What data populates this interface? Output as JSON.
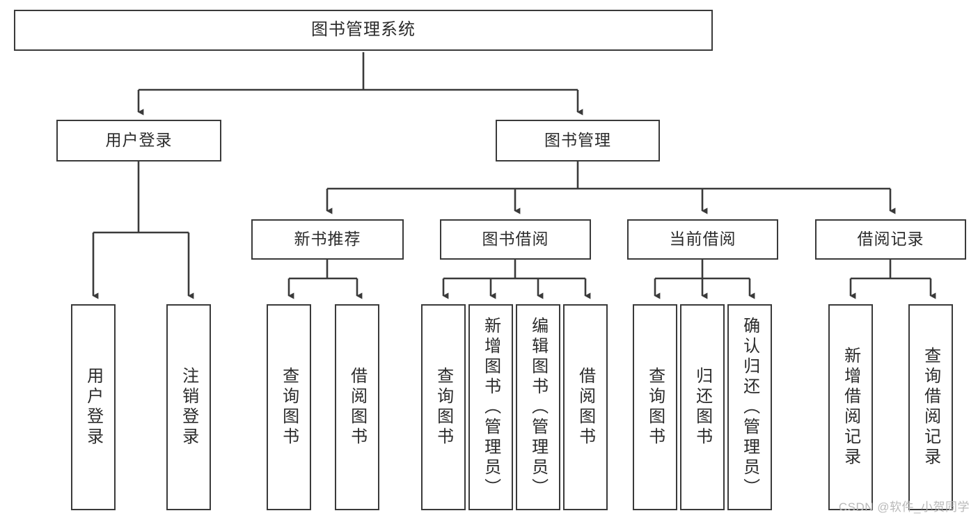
{
  "diagram": {
    "type": "tree-hierarchy",
    "title": "图书管理系统",
    "watermark": "CSDN @软件_小贺同学",
    "colors": {
      "background": "#ffffff",
      "box_border": "#3a3a3a",
      "box_fill": "#ffffff",
      "connector": "#3a3a3a",
      "text": "#2b2b2b",
      "watermark": "#b9b9b9"
    },
    "root": {
      "label": "图书管理系统"
    },
    "level2": [
      {
        "label": "用户登录"
      },
      {
        "label": "图书管理"
      }
    ],
    "level3": [
      {
        "label": "新书推荐"
      },
      {
        "label": "图书借阅"
      },
      {
        "label": "当前借阅"
      },
      {
        "label": "借阅记录"
      }
    ],
    "leaves": {
      "user_login": [
        {
          "label": "用户登录"
        },
        {
          "label": "注销登录"
        }
      ],
      "new_book": [
        {
          "label": "查询图书"
        },
        {
          "label": "借阅图书"
        }
      ],
      "book_borrow": [
        {
          "label": "查询图书"
        },
        {
          "label": "新增图书（管理员）"
        },
        {
          "label": "编辑图书（管理员）"
        },
        {
          "label": "借阅图书"
        }
      ],
      "current_borrow": [
        {
          "label": "查询图书"
        },
        {
          "label": "归还图书"
        },
        {
          "label": "确认归还（管理员）"
        }
      ],
      "borrow_record": [
        {
          "label": "新增借阅记录"
        },
        {
          "label": "查询借阅记录"
        }
      ]
    }
  }
}
